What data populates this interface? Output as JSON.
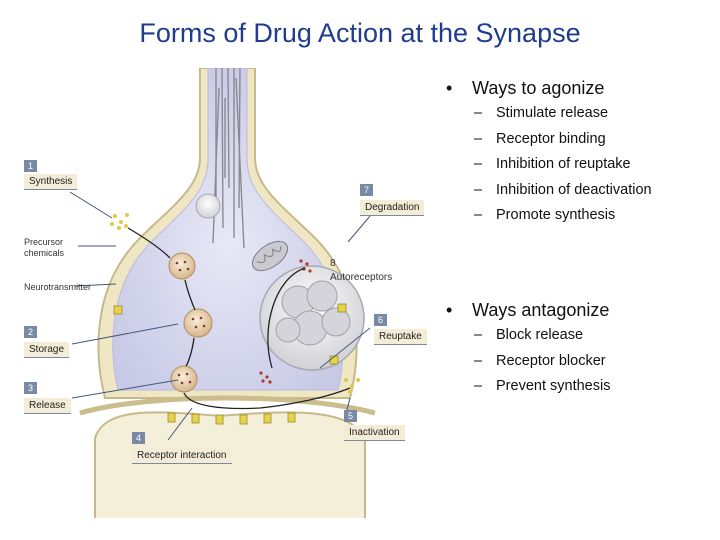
{
  "title": "Forms of Drug Action at the Synapse",
  "diagram": {
    "labels": {
      "synthesis": {
        "num": "1",
        "text": "Synthesis"
      },
      "storage": {
        "num": "2",
        "text": "Storage"
      },
      "release": {
        "num": "3",
        "text": "Release"
      },
      "receptor_interaction": {
        "num": "4",
        "text": "Receptor interaction"
      },
      "inactivation": {
        "num": "5",
        "text": "Inactivation"
      },
      "reuptake": {
        "num": "6",
        "text": "Reuptake"
      },
      "degradation": {
        "num": "7",
        "text": "Degradation"
      },
      "autoreceptors": {
        "num": "8",
        "text": "Autoreceptors"
      },
      "precursor": "Precursor chemicals",
      "neurotransmitter": "Neurotransmitter"
    }
  },
  "agonize": {
    "heading": "Ways to agonize",
    "items": [
      "Stimulate release",
      "Receptor binding",
      "Inhibition of reuptake",
      "Inhibition of deactivation",
      "Promote synthesis"
    ]
  },
  "antagonize": {
    "heading": "Ways antagonize",
    "items": [
      "Block release",
      "Receptor blocker",
      "Prevent synthesis"
    ]
  }
}
